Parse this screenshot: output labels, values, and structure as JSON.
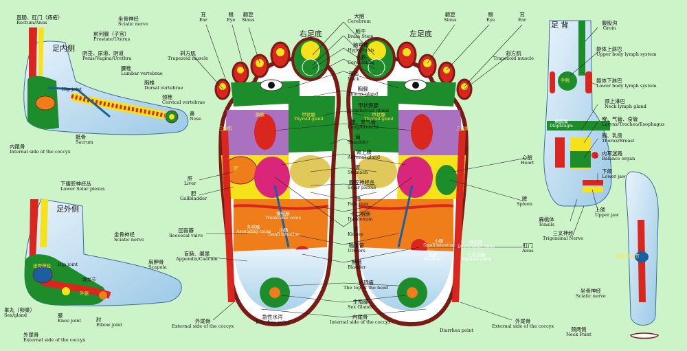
{
  "titles": {
    "right_sole": "右足底",
    "left_sole": "左足底",
    "inner_foot": "足内侧",
    "outer_foot": "足外侧",
    "foot_back": "足 背"
  },
  "labels": {
    "rectum": {
      "zh": "直肠、肛门（痔疮）",
      "en": "Rectum/Anus"
    },
    "sciatic_inner": {
      "zh": "坐骨神经",
      "en": "Sciatic nerve"
    },
    "prostate": {
      "zh": "前列腺（子宫）",
      "en": "Prostate/Uterus"
    },
    "penis": {
      "zh": "阴茎、尿道、阴道",
      "en": "Penis/Vagina/Urethra"
    },
    "lumbar": {
      "zh": "腰椎",
      "en": "Lumbar vertebrae"
    },
    "hip_inner": {
      "zh": "",
      "en": "Hip joint"
    },
    "dorsal": {
      "zh": "胸椎",
      "en": "Dorsal vertebrae"
    },
    "cervical": {
      "zh": "颈椎",
      "en": "Cervical vertebrae"
    },
    "nose": {
      "zh": "鼻",
      "en": "Nose"
    },
    "sacrum": {
      "zh": "骶骨",
      "en": "Sacrum"
    },
    "coccyx_inner": {
      "zh": "内尾骨",
      "en": "Internal side of the coccyx"
    },
    "lower_solar": {
      "zh": "下腹腔神经丛",
      "en": "Lower Solar plexus"
    },
    "sciatic_outer": {
      "zh": "坐骨神经",
      "en": "Sciatic nerve"
    },
    "hip_outer": {
      "zh": "",
      "en": "Hip joint"
    },
    "scapula": {
      "zh": "肩胛骨",
      "en": "Scapula"
    },
    "sex_gland": {
      "zh": "睾丸（卵巢）",
      "en": "Sex/gland"
    },
    "knee": {
      "zh": "膝",
      "en": "Knee joint"
    },
    "elbow": {
      "zh": "肘",
      "en": "Elbow joint"
    },
    "coccyx_outer": {
      "zh": "外尾骨",
      "en": "External side of the coccyx"
    },
    "ear_r": {
      "zh": "耳",
      "en": "Ear"
    },
    "eye_r": {
      "zh": "眼",
      "en": "Eye"
    },
    "sinus_r": {
      "zh": "额窦",
      "en": "Sinus"
    },
    "trapezoid_r": {
      "zh": "斜方肌",
      "en": "Trapezoid muscle"
    },
    "liver": {
      "zh": "肝",
      "en": "Liver"
    },
    "gallbladder": {
      "zh": "胆",
      "en": "Gallbladder"
    },
    "ileocecal": {
      "zh": "回盲瓣",
      "en": "Ileocecal valve"
    },
    "appendix": {
      "zh": "盲肠、阑尾",
      "en": "Appendix/Caecum"
    },
    "coccyx_ext_r": {
      "zh": "外尾骨",
      "en": "External side of the coccyx"
    },
    "diarrhea_r": {
      "zh": "急性水泻",
      "en": "Diarrhea point"
    },
    "cerebrum": {
      "zh": "大脑",
      "en": "Cerebrum"
    },
    "brainstem": {
      "zh": "脑干",
      "en": "Brain Stem"
    },
    "hypophysis": {
      "zh": "脑垂体",
      "en": "Hypophysis"
    },
    "cerebellum": {
      "zh": "小脑",
      "en": "Cerebellum"
    },
    "neck": {
      "zh": "颈项",
      "en": "Neck"
    },
    "thorax": {
      "zh": "胸腺",
      "en": "Thorax gland"
    },
    "parathyroid": {
      "zh": "甲状旁腺",
      "en": "Parathyroid gland"
    },
    "lung": {
      "zh": "肺、支气管",
      "en": "Lung/bronchi"
    },
    "shoulder": {
      "zh": "肩",
      "en": "Shoulder"
    },
    "adrenal": {
      "zh": "肾上腺",
      "en": "Adrenal gland"
    },
    "stomach": {
      "zh": "胃",
      "en": "Stomach"
    },
    "solar": {
      "zh": "腹腔神经丛",
      "en": "Solar plexus"
    },
    "pancreas": {
      "zh": "胰",
      "en": "Pancreas"
    },
    "duodenum": {
      "zh": "十二指肠",
      "en": "Duodenum"
    },
    "kidney": {
      "zh": "肾",
      "en": "Kidney"
    },
    "ureters": {
      "zh": "输尿管",
      "en": "Ureters"
    },
    "bladder": {
      "zh": "膀胱",
      "en": "Bladder"
    },
    "head_top": {
      "zh": "头顶痛",
      "en": "The top of the head"
    },
    "sex_glands": {
      "zh": "生殖腺",
      "en": "Sex Glands"
    },
    "coccyx_int_c": {
      "zh": "内尾骨",
      "en": "Internal side of the coccyx"
    },
    "sinus_l": {
      "zh": "额窦",
      "en": "Sinus"
    },
    "eye_l": {
      "zh": "眼",
      "en": "Eye"
    },
    "ear_l": {
      "zh": "耳",
      "en": "Ear"
    },
    "trapezoid_l": {
      "zh": "斜方肌",
      "en": "Trapezoid muscle"
    },
    "heart": {
      "zh": "心脏",
      "en": "Heart"
    },
    "spleen": {
      "zh": "脾",
      "en": "Spleen"
    },
    "anus": {
      "zh": "肛门",
      "en": "Anus"
    },
    "coccyx_ext_l": {
      "zh": "外尾骨",
      "en": "External side of the coccyx"
    },
    "diarrhea_l": {
      "zh": "",
      "en": "Diarrhea point"
    },
    "groin": {
      "zh": "腹股沟",
      "en": "Groin"
    },
    "upper_lymph": {
      "zh": "躯体上淋巴",
      "en": "Upper body lymph system"
    },
    "lower_lymph": {
      "zh": "躯体下淋巴",
      "en": "Lower body lymph system"
    },
    "neck_lymph": {
      "zh": "颈上淋巴",
      "en": "Neck lymph gland"
    },
    "larynx": {
      "zh": "喉、气管、食管",
      "en": "Larynx/Trachea/Esophagus"
    },
    "thorax_breast": {
      "zh": "胸、乳房",
      "en": "Thorax/Breast"
    },
    "balance": {
      "zh": "内耳迷路",
      "en": "Balance organ"
    },
    "lower_jaw": {
      "zh": "下颌",
      "en": "Lower jaw"
    },
    "upper_jaw": {
      "zh": "上颌",
      "en": "Upper jaw"
    },
    "tonsils": {
      "zh": "扁桃体",
      "en": "Tonsils"
    },
    "trigeminal": {
      "zh": "三叉神经",
      "en": "Trigeminal Nerve"
    },
    "sciatic_leg": {
      "zh": "坐骨神经",
      "en": "Sciatic nerve"
    },
    "neck_point": {
      "zh": "颈两侧",
      "en": "Neck Point"
    }
  },
  "inner_text": {
    "thyroid_r": {
      "zh": "甲状腺",
      "en": "Thyroid gland"
    },
    "thyroid_l": {
      "zh": "甲状腺",
      "en": "Thyroid gland"
    },
    "transverse_r": {
      "zh": "横结肠",
      "en": "Transverse colon"
    },
    "ascending": {
      "zh": "升结肠",
      "en": "Ascending colon"
    },
    "small_int_r": {
      "zh": "小肠",
      "en": "Small intestine"
    },
    "small_int_l": {
      "zh": "小肠",
      "en": "Small intestine"
    },
    "descending": {
      "zh": "降结肠",
      "en": "Descending colon"
    },
    "rectum_l": {
      "zh": "直肠",
      "en": "Rectum"
    },
    "sigmoid": {
      "zh": "乙状结肠",
      "en": "Sigmoid colon"
    },
    "diaphragm": {
      "zh": "横膈膜",
      "en": "Diaphragm"
    },
    "hand": "手腕",
    "sanjiao_r": "三角肌",
    "sanjiao_l": "三角肌",
    "chest_r": "胸腺",
    "fu_r": "肝",
    "knee_outer": "外腿",
    "pelvis_outer": "坐骨神经",
    "lymph_leg": "脚踝/肩关节",
    "ankle_outer": "踝关节"
  },
  "colors": {
    "background": "#cdf3c9",
    "green_zone": "#1d8c2a",
    "yellow_zone": "#f5e21b",
    "red_zone": "#d9261e",
    "orange_zone": "#ef7d1a",
    "purple_zone": "#9a58b5",
    "blue_zone": "#9bd0e8",
    "outline": "#7a1a14"
  }
}
